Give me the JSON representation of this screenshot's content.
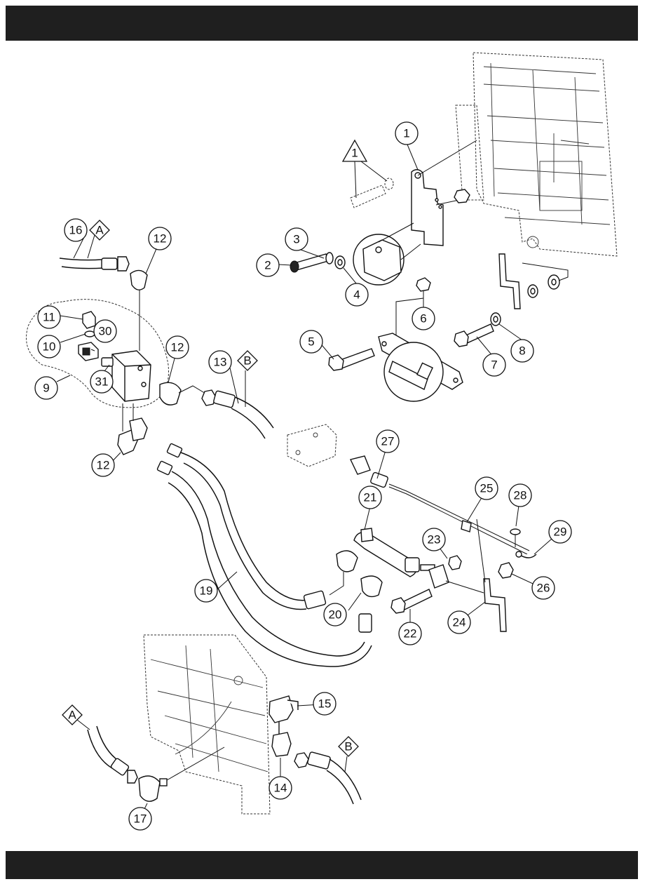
{
  "callouts": {
    "c1": "1",
    "c2": "2",
    "c3": "3",
    "c4": "4",
    "c5": "5",
    "c6": "6",
    "c7": "7",
    "c8": "8",
    "c9": "9",
    "c10": "10",
    "c11": "11",
    "c12a": "12",
    "c12b": "12",
    "c12c": "12",
    "c13": "13",
    "c14": "14",
    "c15": "15",
    "c16": "16",
    "c17": "17",
    "c19": "19",
    "c20": "20",
    "c21": "21",
    "c22": "22",
    "c23": "23",
    "c24": "24",
    "c25": "25",
    "c26": "26",
    "c27": "27",
    "c28": "28",
    "c29": "29",
    "c30": "30",
    "c31": "31"
  },
  "references": {
    "note_triangle": "1",
    "hose_a_top": "A",
    "hose_b_top": "B",
    "hose_a_bottom": "A",
    "hose_b_bottom": "B"
  }
}
